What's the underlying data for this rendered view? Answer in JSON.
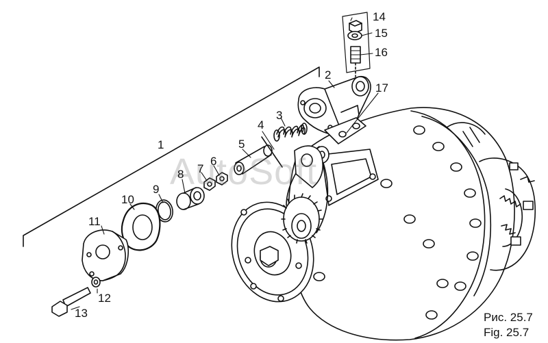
{
  "watermark": "AutoSoft",
  "callouts": [
    "1",
    "2",
    "3",
    "4",
    "5",
    "6",
    "7",
    "8",
    "9",
    "10",
    "11",
    "12",
    "13",
    "14",
    "15",
    "16",
    "17"
  ],
  "caption": {
    "ru": "Рис. 25.7",
    "en": "Fig. 25.7"
  },
  "colors": {
    "ink": "#111111",
    "paper": "#ffffff"
  }
}
